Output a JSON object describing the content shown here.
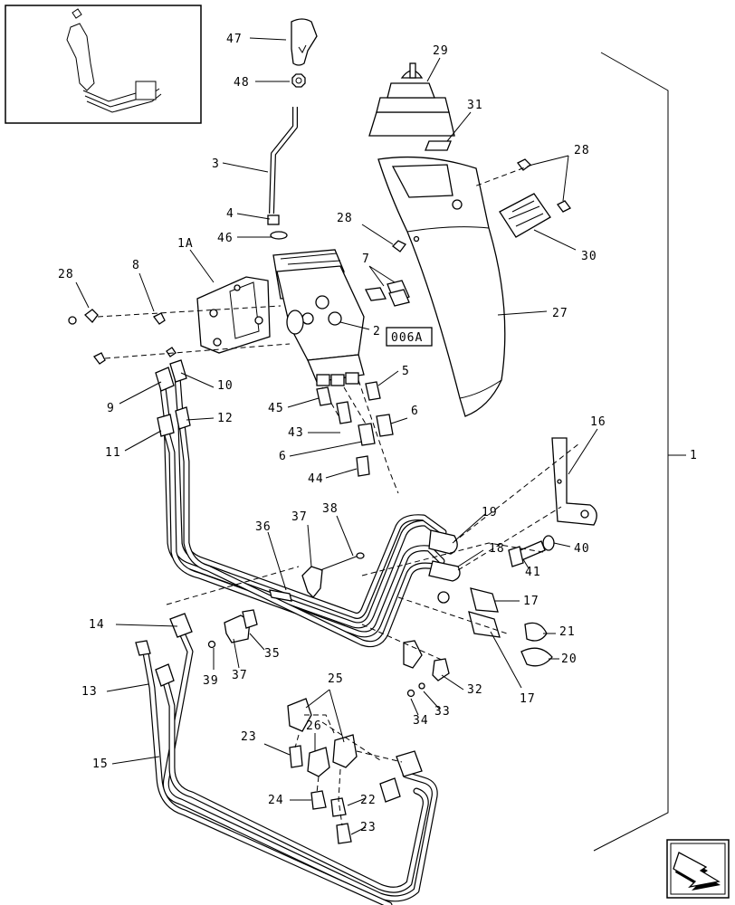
{
  "callouts": [
    {
      "text": "47"
    },
    {
      "text": "48"
    },
    {
      "text": "29"
    },
    {
      "text": "31"
    },
    {
      "text": "28"
    },
    {
      "text": "3"
    },
    {
      "text": "4"
    },
    {
      "text": "46"
    },
    {
      "text": "28"
    },
    {
      "text": "1A"
    },
    {
      "text": "8"
    },
    {
      "text": "28"
    },
    {
      "text": "7"
    },
    {
      "text": "30"
    },
    {
      "text": "27"
    },
    {
      "text": "2"
    },
    {
      "text": "5"
    },
    {
      "text": "10"
    },
    {
      "text": "9"
    },
    {
      "text": "12"
    },
    {
      "text": "45"
    },
    {
      "text": "6"
    },
    {
      "text": "43"
    },
    {
      "text": "11"
    },
    {
      "text": "6"
    },
    {
      "text": "44"
    },
    {
      "text": "16"
    },
    {
      "text": "1"
    },
    {
      "text": "19"
    },
    {
      "text": "37"
    },
    {
      "text": "38"
    },
    {
      "text": "36"
    },
    {
      "text": "18"
    },
    {
      "text": "40"
    },
    {
      "text": "41"
    },
    {
      "text": "17"
    },
    {
      "text": "14"
    },
    {
      "text": "35"
    },
    {
      "text": "21"
    },
    {
      "text": "20"
    },
    {
      "text": "39"
    },
    {
      "text": "37"
    },
    {
      "text": "13"
    },
    {
      "text": "25"
    },
    {
      "text": "32"
    },
    {
      "text": "34"
    },
    {
      "text": "33"
    },
    {
      "text": "17"
    },
    {
      "text": "23"
    },
    {
      "text": "26"
    },
    {
      "text": "15"
    },
    {
      "text": "22"
    },
    {
      "text": "24"
    },
    {
      "text": "23"
    }
  ],
  "reference_box": "006A"
}
